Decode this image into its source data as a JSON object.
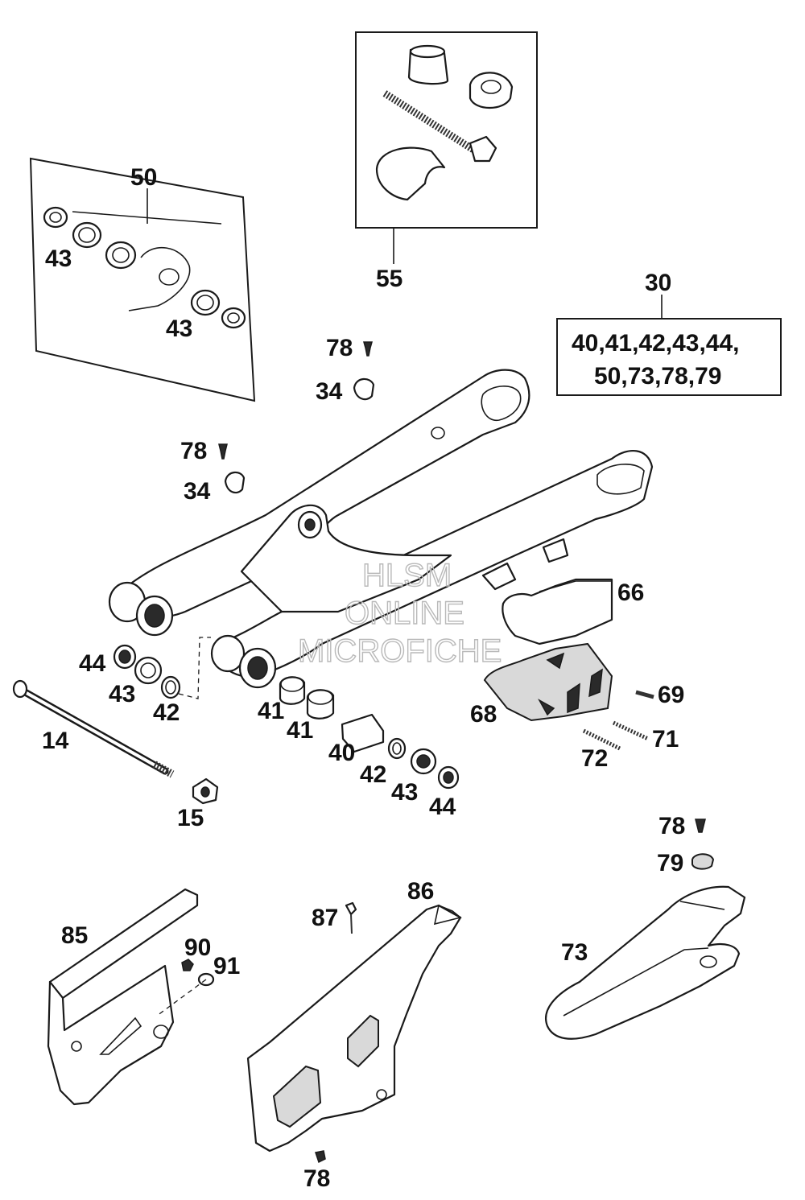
{
  "watermark": {
    "line1": "HLSM",
    "line2": "ONLINE",
    "line3": "MICROFICHE"
  },
  "kit_30": {
    "number": "30",
    "line1": "40,41,42,43,44,",
    "line2": "50,73,78,79"
  },
  "labels": {
    "n50": "50",
    "n43a": "43",
    "n43b": "43",
    "n55": "55",
    "n78a": "78",
    "n34a": "34",
    "n78b": "78",
    "n34b": "34",
    "n66": "66",
    "n44a": "44",
    "n43c": "43",
    "n42a": "42",
    "n69": "69",
    "n68": "68",
    "n71": "71",
    "n41a": "41",
    "n41b": "41",
    "n14": "14",
    "n40": "40",
    "n72": "72",
    "n42b": "42",
    "n43d": "43",
    "n44b": "44",
    "n15": "15",
    "n78c": "78",
    "n79": "79",
    "n86": "86",
    "n87": "87",
    "n85": "85",
    "n90": "90",
    "n91": "91",
    "n73": "73",
    "n78d": "78"
  }
}
